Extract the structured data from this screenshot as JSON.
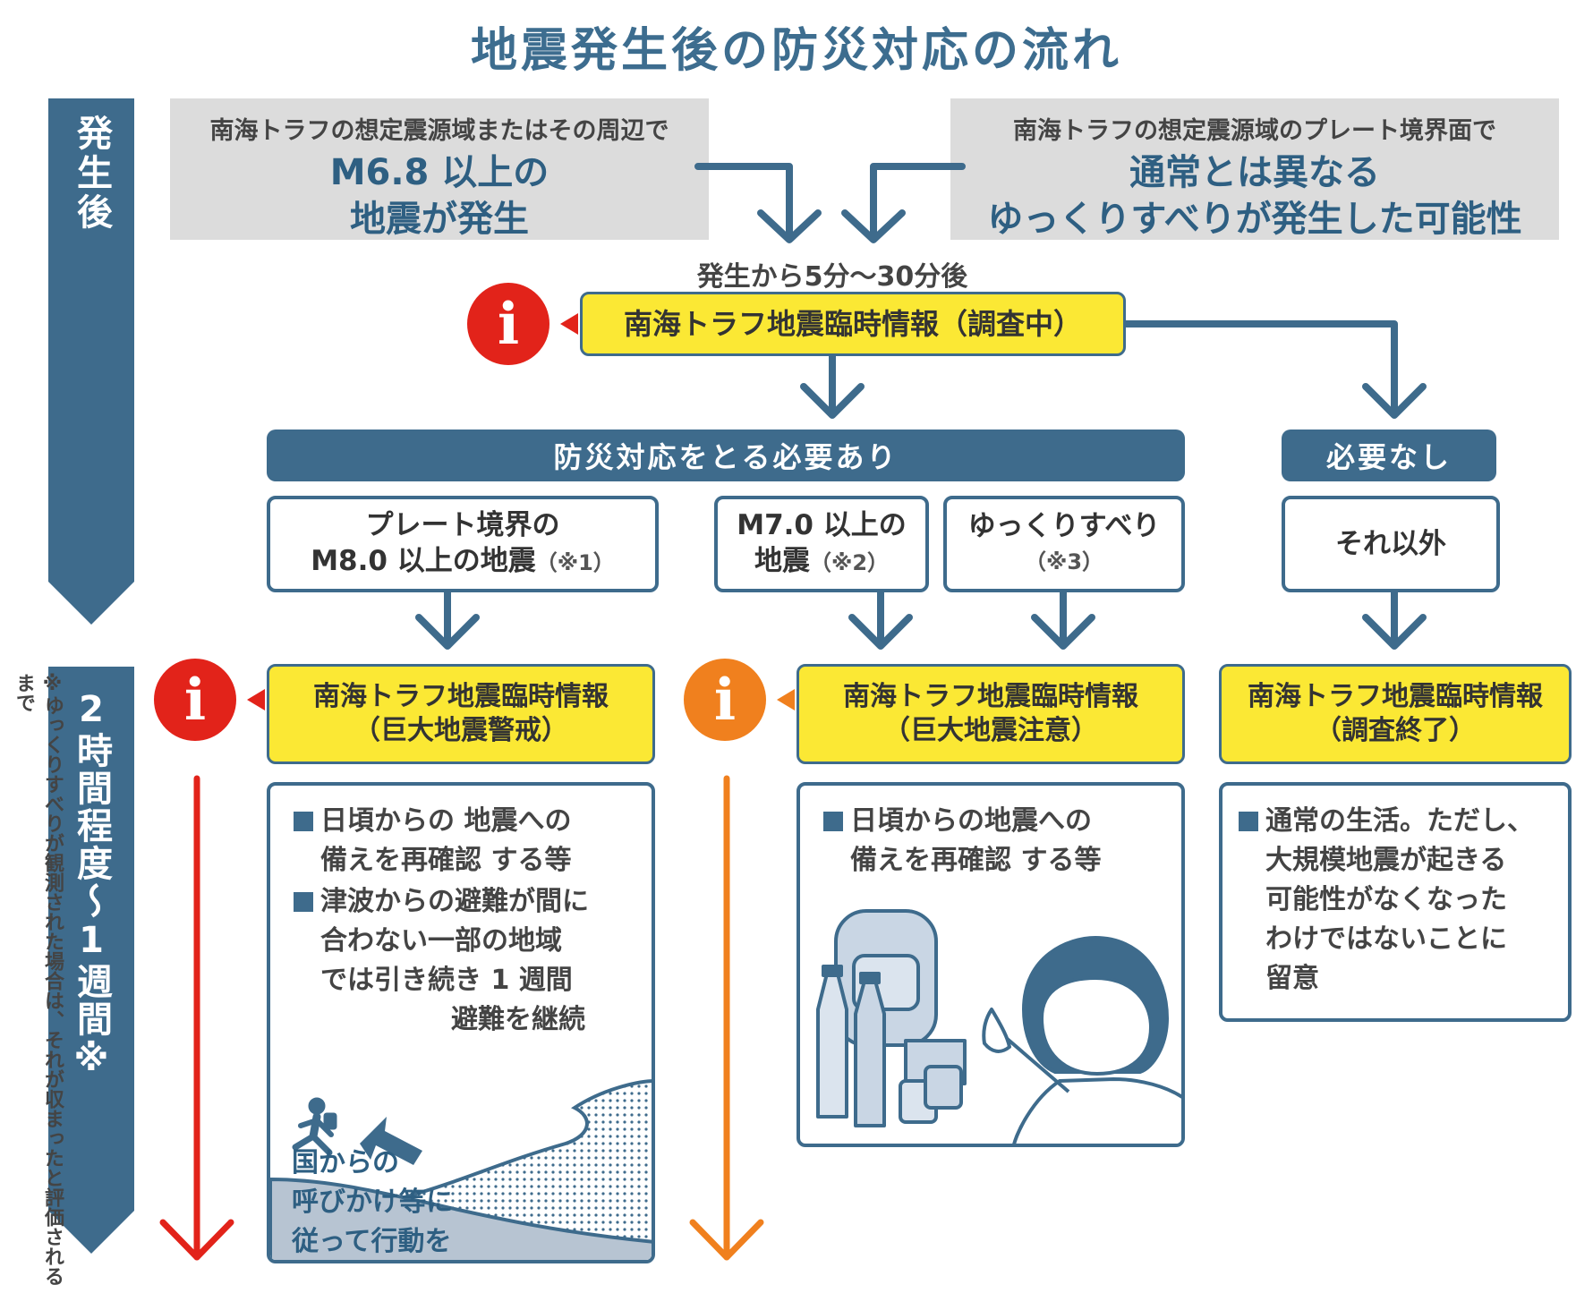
{
  "title": "地震発生後の防災対応の流れ",
  "side": {
    "phase1": "発生後",
    "phase2": "2時間程度〜1週間※",
    "footnote": "※ゆっくりすべりが観測された場合は、それが収まったと評価されるまで"
  },
  "triggers": {
    "left_small": "南海トラフの想定震源域またはその周辺で",
    "left_big_1": "M6.8 以上の",
    "left_big_2": "地震が発生",
    "right_small": "南海トラフの想定震源域のプレート境界面で",
    "right_big_1": "通常とは異なる",
    "right_big_2": "ゆっくりすべりが発生した可能性"
  },
  "timing": "発生から5分〜30分後",
  "info_investigating": "南海トラフ地震臨時情報（調査中）",
  "branches": {
    "need": "防災対応をとる必要あり",
    "no_need": "必要なし"
  },
  "cases": {
    "plate_1": "プレート境界の",
    "plate_2": "M8.0 以上の地震",
    "plate_note": "（※1）",
    "m7_1": "M7.0 以上の",
    "m7_2": "地震",
    "m7_note": "（※2）",
    "slow_1": "ゆっくりすべり",
    "slow_note": "（※3）",
    "other": "それ以外"
  },
  "infos": {
    "warning_1": "南海トラフ地震臨時情報",
    "warning_2": "（巨大地震警戒）",
    "caution_1": "南海トラフ地震臨時情報",
    "caution_2": "（巨大地震注意）",
    "end_1": "南海トラフ地震臨時情報",
    "end_2": "（調査終了）"
  },
  "actions": {
    "warning": {
      "b1_1": "日頃からの 地震への",
      "b1_2": "備えを再確認 する等",
      "b2_1": "津波からの避難が間に",
      "b2_2": "合わない一部の地域",
      "b2_3": "では引き続き 1 週間",
      "b2_4": "避難を継続",
      "footer_1": "国からの",
      "footer_2": "呼びかけ等に",
      "footer_3": "従って行動を"
    },
    "caution": {
      "b1_1": "日頃からの地震への",
      "b1_2": "備えを再確認 する等"
    },
    "end": {
      "b1_1": "通常の生活。ただし、",
      "b1_2": "大規模地震が起きる",
      "b1_3": "可能性がなくなった",
      "b1_4": "わけではないことに",
      "b1_5": "留意"
    }
  },
  "icons": {
    "info": "i"
  },
  "colors": {
    "navy": "#3e6b8c",
    "yellow": "#fbe834",
    "red": "#e2231a",
    "orange": "#f0801e",
    "gray": "#dcdcdc"
  }
}
